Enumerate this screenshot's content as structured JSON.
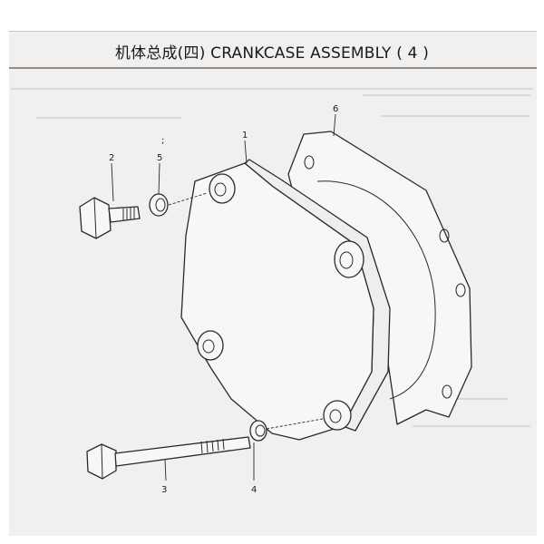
{
  "title": "机体总成(四) CRANKCASE ASSEMBLY ( 4 )",
  "callouts": {
    "c1": "1",
    "c2": "2",
    "c3": "3",
    "c4": "4",
    "c5": "5",
    "c6": "6"
  },
  "colors": {
    "line": "#2a2a2a",
    "paper": "#f1f0ef",
    "rule": "#8f8c89"
  }
}
